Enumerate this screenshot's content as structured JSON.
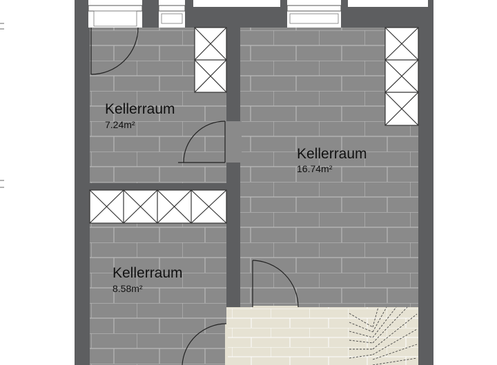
{
  "rooms": [
    {
      "name": "Kellerraum",
      "area": "7.24m²"
    },
    {
      "name": "Kellerraum",
      "area": "16.74m²"
    },
    {
      "name": "Kellerraum",
      "area": "8.58m²"
    }
  ],
  "colors": {
    "wall": "#5d5e60",
    "floor_tile": "#8a8a8a",
    "tile_grout": "#b9b9b9",
    "stair_floor": "#e6e2d3",
    "stair_grout": "#ffffff",
    "shelf_fill": "#ffffff",
    "line": "#333333"
  }
}
